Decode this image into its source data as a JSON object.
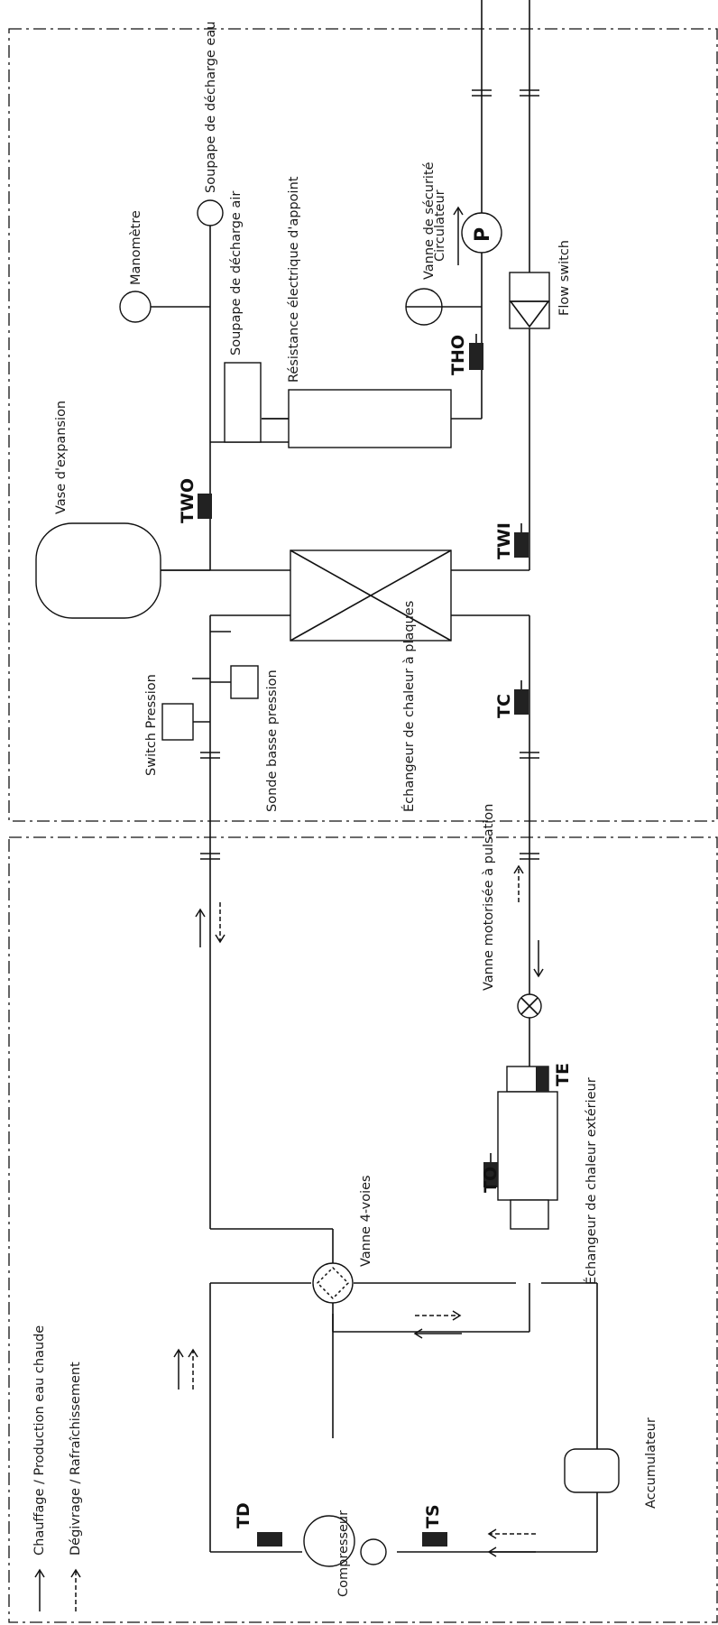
{
  "labels": {
    "manometre": "Manomètre",
    "soupape_eau": "Soupape de décharge eau",
    "resistance": "Résistance électrique d'appoint",
    "soupape_air": "Soupape de décharge air",
    "vanne_securite": "Vanne de sécurité",
    "circulateur": "Circulateur",
    "flow_switch": "Flow switch",
    "vase_expansion": "Vase d'expansion",
    "switch_pression": "Switch Pression",
    "sonde_basse_pression": "Sonde basse pression",
    "echangeur_plaques": "Échangeur de chaleur à plaques",
    "vanne_motorisee": "Vanne motorisée à pulsation",
    "echangeur_exterieur": "Échangeur de chaleur extérieur",
    "vanne_4_voies": "Vanne 4-voies",
    "accumulateur": "Accumulateur",
    "compresseur": "Compresseur"
  },
  "sensors": {
    "two": "TWO",
    "tho": "THO",
    "twi": "TWI",
    "tc": "TC",
    "te": "TE",
    "to": "TO",
    "td": "TD",
    "ts": "TS"
  },
  "pump_symbol": "P",
  "legend": {
    "solid": "Chauffage / Production eau chaude",
    "dashed": "Dégivrage / Rafraîchissement"
  }
}
